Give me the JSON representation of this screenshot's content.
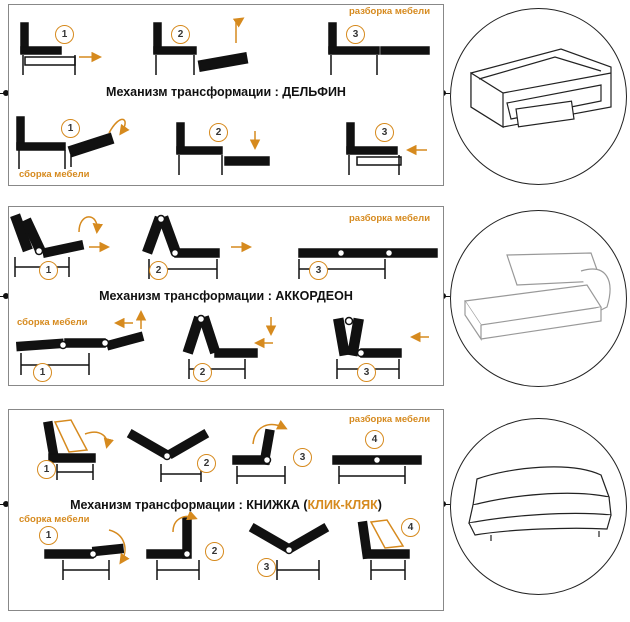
{
  "panel1": {
    "title": "Механизм трансформации : ДЕЛЬФИН",
    "top_label": "разборка мебели",
    "bottom_label": "сборка мебели",
    "steps_top": [
      "1",
      "2",
      "3"
    ],
    "steps_bottom": [
      "1",
      "2",
      "3"
    ]
  },
  "panel2": {
    "title": "Механизм трансформации : АККОРДЕОН",
    "top_label": "разборка мебели",
    "bottom_label": "сборка мебели",
    "steps_top": [
      "1",
      "2",
      "3"
    ],
    "steps_bottom": [
      "1",
      "2",
      "3"
    ]
  },
  "panel3": {
    "title_main": "Механизм трансформации : КНИЖКА (",
    "title_accent": "КЛИК-КЛЯК",
    "title_end": ")",
    "top_label": "разборка мебели",
    "bottom_label": "сборка мебели",
    "steps_top": [
      "1",
      "2",
      "3",
      "4"
    ],
    "steps_bottom": [
      "1",
      "2",
      "3",
      "4"
    ]
  },
  "colors": {
    "accent": "#d68a1e",
    "ink": "#111111",
    "frame": "#888888"
  }
}
